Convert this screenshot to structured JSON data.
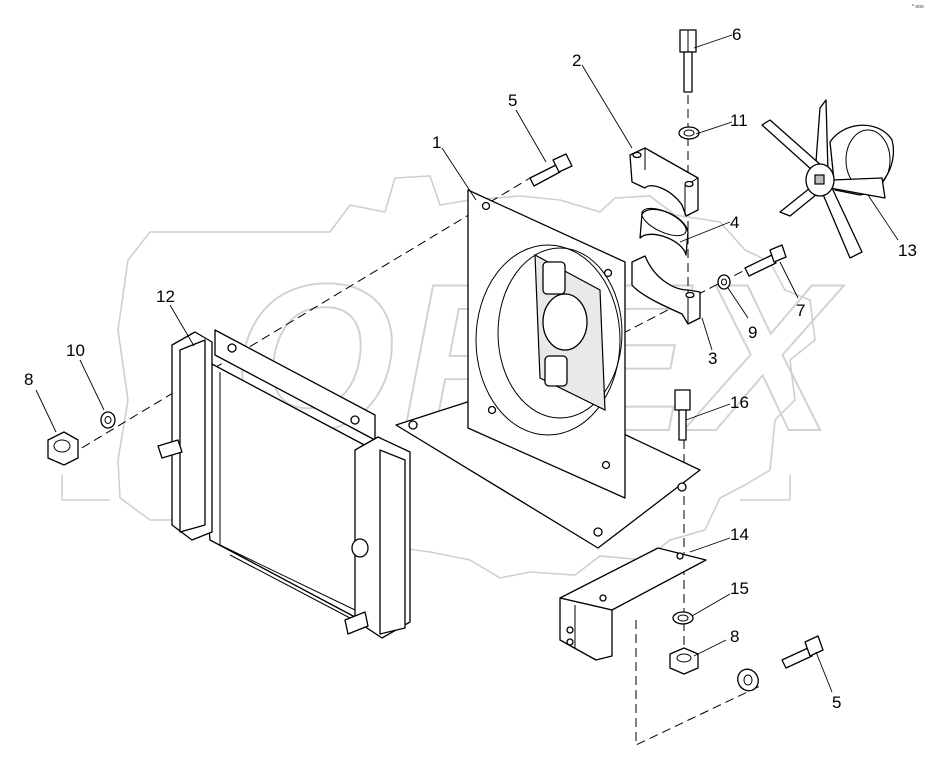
{
  "watermark": {
    "text": "OPEX"
  },
  "corner_mark": "* ooo",
  "callouts": [
    {
      "id": "c1",
      "label": "1"
    },
    {
      "id": "c2",
      "label": "2"
    },
    {
      "id": "c3",
      "label": "3"
    },
    {
      "id": "c4",
      "label": "4"
    },
    {
      "id": "c5a",
      "label": "5"
    },
    {
      "id": "c5b",
      "label": "5"
    },
    {
      "id": "c6",
      "label": "6"
    },
    {
      "id": "c7",
      "label": "7"
    },
    {
      "id": "c8a",
      "label": "8"
    },
    {
      "id": "c8b",
      "label": "8"
    },
    {
      "id": "c9",
      "label": "9"
    },
    {
      "id": "c10",
      "label": "10"
    },
    {
      "id": "c11",
      "label": "11"
    },
    {
      "id": "c12",
      "label": "12"
    },
    {
      "id": "c13",
      "label": "13"
    },
    {
      "id": "c14",
      "label": "14"
    },
    {
      "id": "c15",
      "label": "15"
    },
    {
      "id": "c16",
      "label": "16"
    }
  ],
  "colors": {
    "line": "#000000",
    "watermark": "#cfcfcf",
    "background": "#ffffff"
  }
}
